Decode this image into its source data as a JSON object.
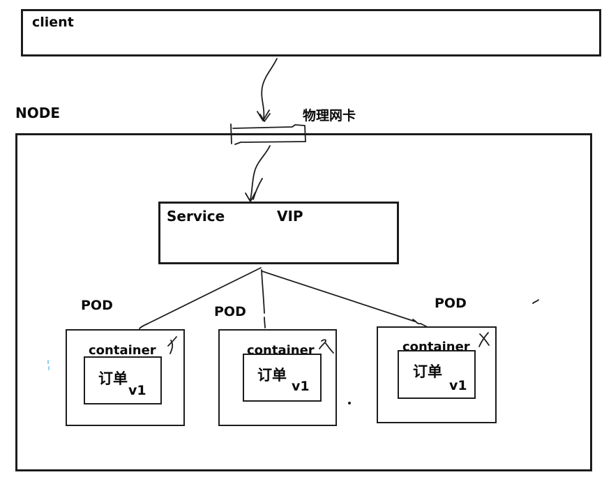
{
  "diagram": {
    "client_label": "client",
    "node_label": "NODE",
    "nic_label": "物理网卡",
    "service": {
      "label": "Service",
      "vip_label": "VIP"
    },
    "pods": [
      {
        "label": "POD",
        "container_label": "container",
        "app_name": "订单",
        "version": "v1"
      },
      {
        "label": "POD",
        "container_label": "container",
        "app_name": "订单",
        "version": "v1"
      },
      {
        "label": "POD",
        "container_label": "container",
        "app_name": "订单",
        "version": "v1"
      }
    ],
    "colors": {
      "ink": "#1c1c1c",
      "background": "#ffffff",
      "stray_mark_blue": "#8ecef5"
    }
  }
}
